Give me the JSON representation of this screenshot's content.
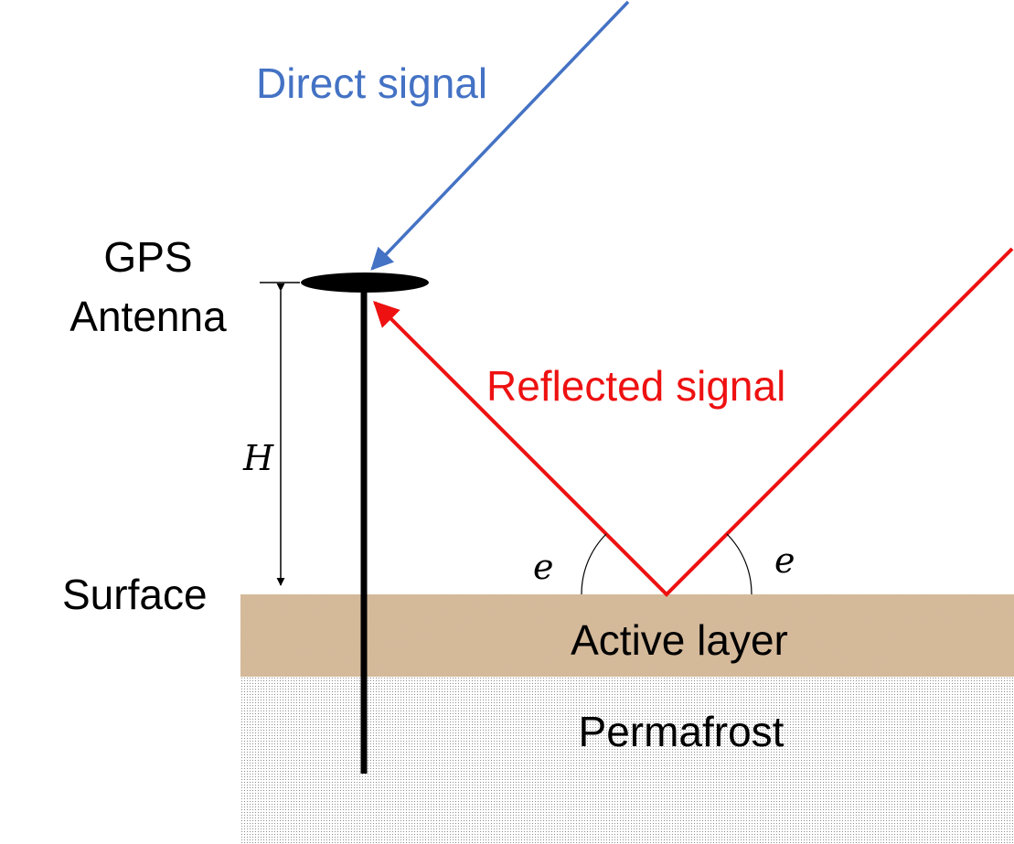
{
  "labels": {
    "direct_signal": "Direct signal",
    "gps_line1": "GPS",
    "gps_line2": "Antenna",
    "reflected_signal": "Reflected signal",
    "height_symbol": "H",
    "surface": "Surface",
    "elevation_left": "e",
    "elevation_right": "e",
    "active_layer": "Active layer",
    "permafrost": "Permafrost"
  },
  "colors": {
    "direct": "#4472c4",
    "reflected": "#ee1111",
    "active_layer": "#d9bd9b",
    "permafrost_dot": "#8c8c8c",
    "antenna": "#000000",
    "text": "#000000"
  }
}
